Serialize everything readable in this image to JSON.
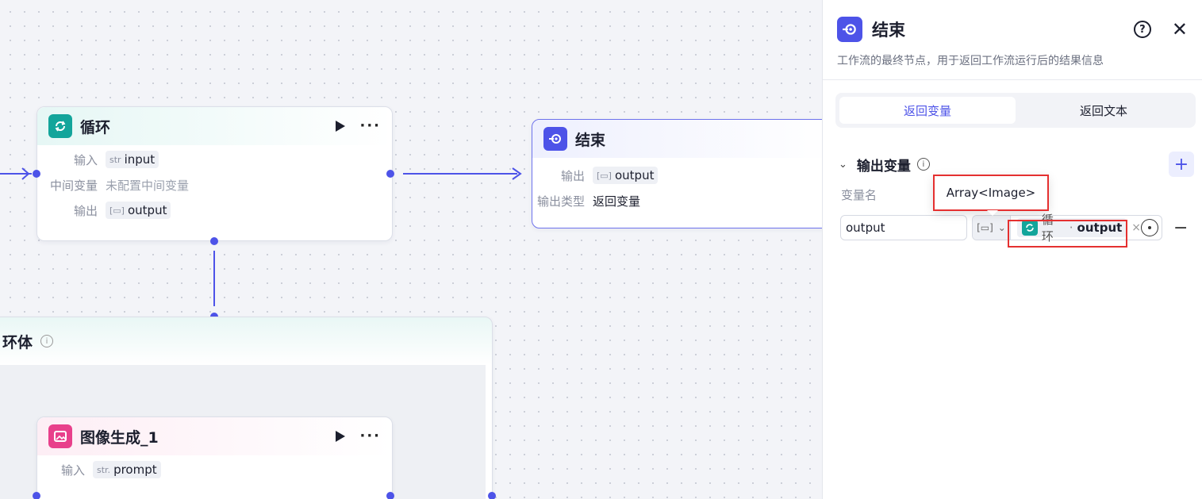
{
  "canvas": {
    "loop_node": {
      "title": "循环",
      "icon": "loop-icon",
      "accent": "#13a59b",
      "rows": [
        {
          "label": "输入",
          "type": "str",
          "value": "input"
        },
        {
          "label": "中间变量",
          "value": "未配置中间变量"
        },
        {
          "label": "输出",
          "type": "image-array",
          "value": "output"
        }
      ]
    },
    "end_node": {
      "title": "结束",
      "icon": "end-icon",
      "accent": "#4d53e8",
      "rows": [
        {
          "label": "输出",
          "type": "image-array",
          "value": "output"
        },
        {
          "label": "输出类型",
          "value": "返回变量"
        }
      ]
    },
    "loop_body": {
      "title": "环体",
      "icon": "info-icon"
    },
    "image_node": {
      "title": "图像生成_1",
      "icon": "image-gen-icon",
      "accent": "#e8408b",
      "rows": [
        {
          "label": "输入",
          "type": "str.",
          "value": "prompt"
        }
      ]
    },
    "edge_color": "#4d53e8"
  },
  "panel": {
    "title": "结束",
    "description": "工作流的最终节点，用于返回工作流运行后的结果信息",
    "tabs": [
      {
        "label": "返回变量",
        "active": true
      },
      {
        "label": "返回文本",
        "active": false
      }
    ],
    "section_title": "输出变量",
    "column_label": "变量名",
    "variable": {
      "name": "output",
      "ref_node": "循环",
      "ref_separator": "·",
      "ref_var": "output"
    },
    "tooltip": "Array<Image>"
  }
}
